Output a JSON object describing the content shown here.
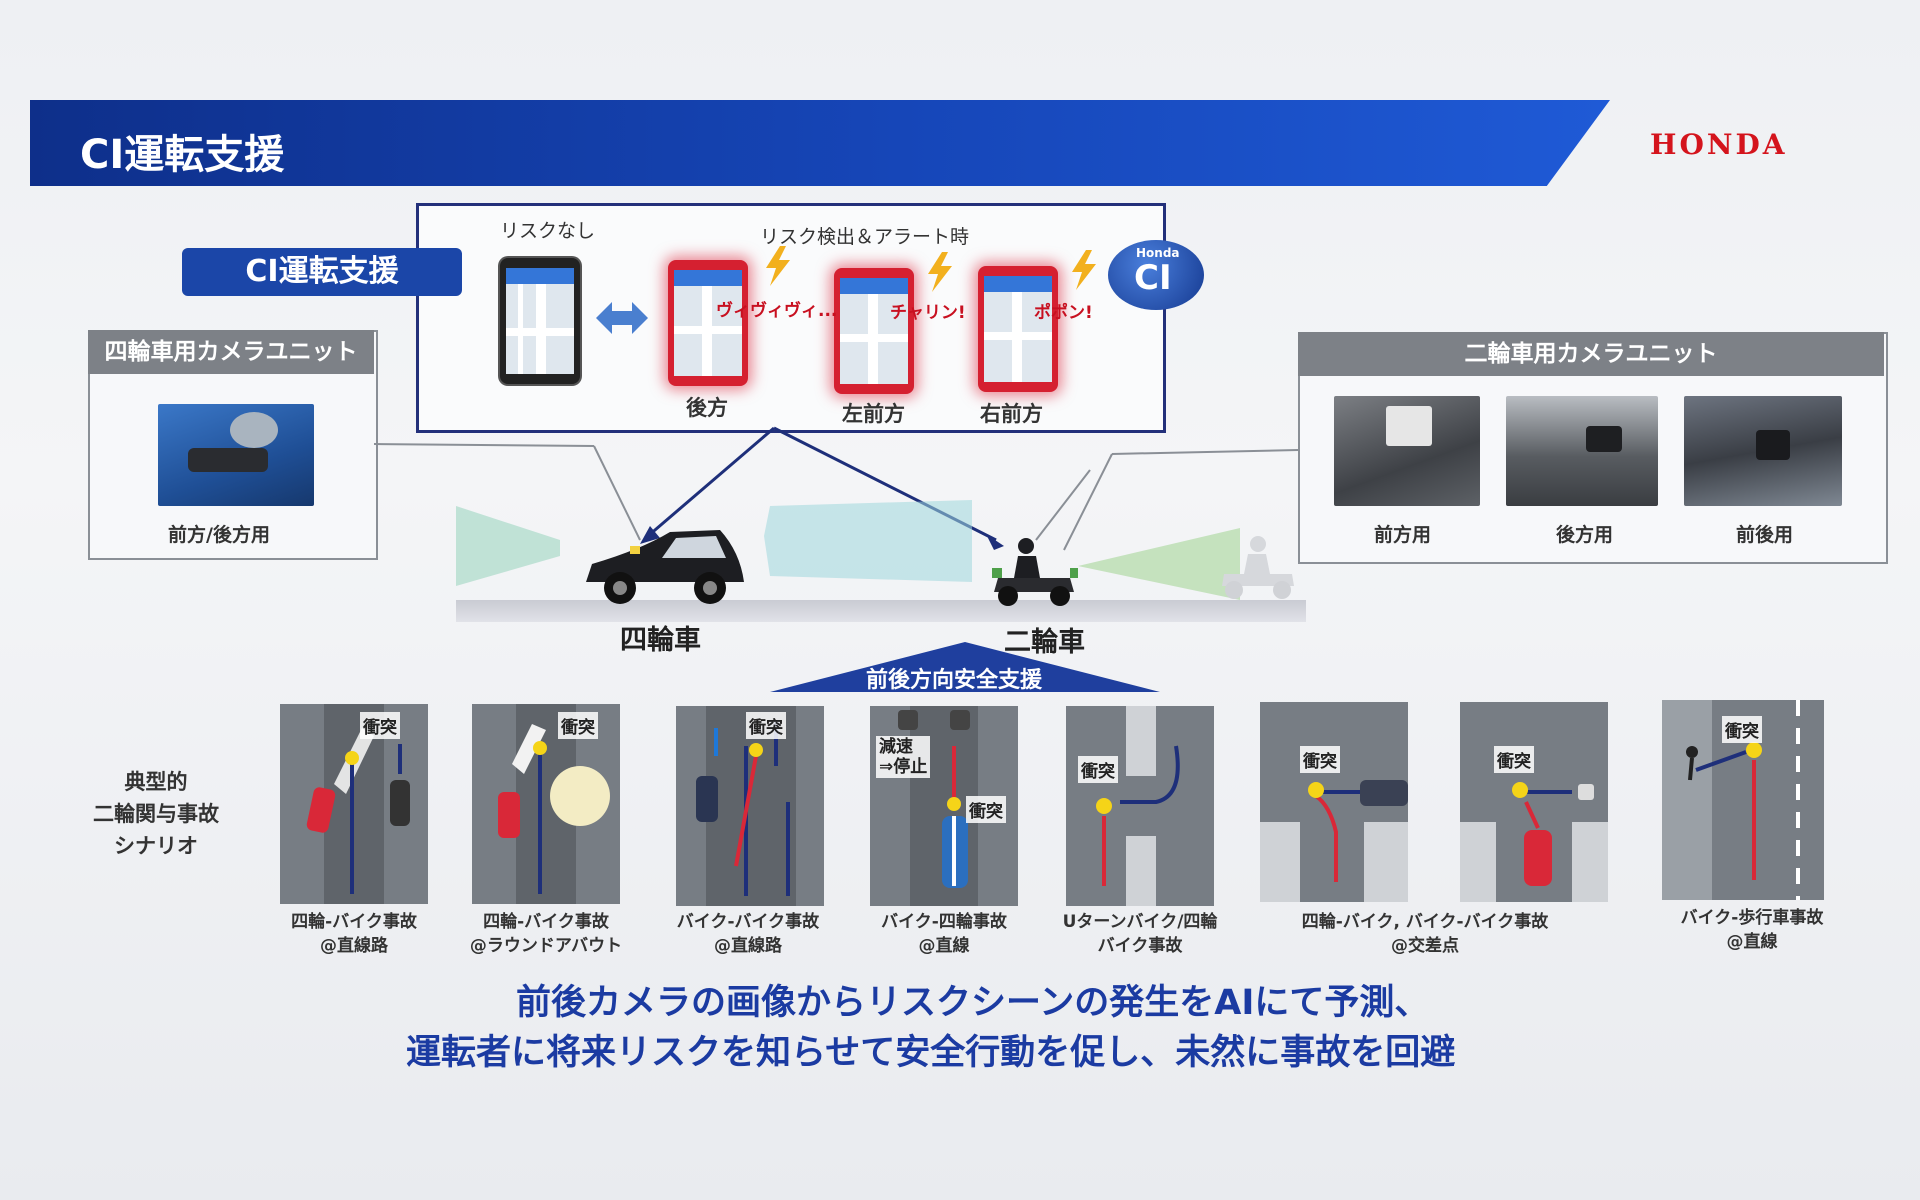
{
  "header": {
    "title": "CI運転支援",
    "brand": "HONDA",
    "accent_color": "#1646b8",
    "brand_color": "#d4141c"
  },
  "ci_panel": {
    "label": "CI運転支援",
    "no_risk": "リスクなし",
    "risk_detect": "リスク検出＆アラート時",
    "badge_top": "Honda",
    "badge_main": "CI",
    "phones": [
      {
        "alert": "ヴィヴィヴィ...",
        "direction": "後方"
      },
      {
        "alert": "チャリン!",
        "direction": "左前方"
      },
      {
        "alert": "ポポン!",
        "direction": "右前方"
      }
    ]
  },
  "four_wheel_unit": {
    "title": "四輪車用カメラユニット",
    "caption": "前方/後方用"
  },
  "two_wheel_unit": {
    "title": "二輪車用カメラユニット",
    "captions": [
      "前方用",
      "後方用",
      "前後用"
    ]
  },
  "scene": {
    "car_label": "四輪車",
    "bike_label": "二輪車",
    "support_label": "前後方向安全支援"
  },
  "scenarios": {
    "title_lines": [
      "典型的",
      "二輪関与事故",
      "シナリオ"
    ],
    "crash_label": "衝突",
    "decel_lines": [
      "減速",
      "⇒停止"
    ],
    "captions": [
      [
        "四輪-バイク事故",
        "@直線路"
      ],
      [
        "四輪-バイク事故",
        "@ラウンドアバウト"
      ],
      [
        "バイク-バイク事故",
        "@直線路"
      ],
      [
        "バイク-四輪事故",
        "@直線"
      ],
      [
        "Uターンバイク/四輪",
        "バイク事故"
      ],
      [
        "四輪-バイク, バイク-バイク事故",
        "@交差点"
      ],
      [
        "バイク-歩行車事故",
        "@直線"
      ]
    ]
  },
  "message": {
    "line1": "前後カメラの画像からリスクシーンの発生をAIにて予測、",
    "line2": "運転者に将来リスクを知らせて安全行動を促し、未然に事故を回避"
  }
}
